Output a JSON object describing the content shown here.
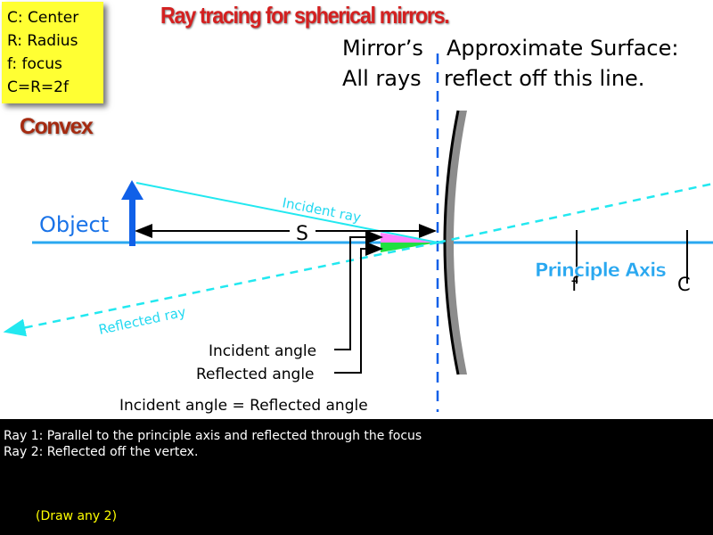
{
  "title": "Ray tracing for spherical mirrors.",
  "legend": [
    "C: Center",
    "R: Radius",
    "f: focus",
    "C=R=2f"
  ],
  "mirror_type": "Convex",
  "surface_note": {
    "left_col": [
      "Mirror’s",
      "All rays"
    ],
    "right_col": [
      "Approximate Surface:",
      "reflect off this line."
    ]
  },
  "labels": {
    "object": "Object",
    "s": "S",
    "incident_ray": "Incident ray",
    "reflected_ray": "Reflected ray",
    "principle_axis": "Principle Axis",
    "focus": "f",
    "center": "C",
    "incident_angle": "Incident angle",
    "reflected_angle": "Reflected angle",
    "law": "Incident angle = Reflected angle"
  },
  "bottom": {
    "ray1": "Ray 1: Parallel to the principle axis and reflected through the focus",
    "ray2": "Ray 2: Reflected off the vertex.",
    "draw_note": "(Draw any 2)"
  },
  "colors": {
    "title": "#d42020",
    "convex": "#a52a10",
    "legend_bg": "#ffff33",
    "axis": "#2aa8f0",
    "ray": "#22e8f0",
    "object_arrow": "#1060e8",
    "dashed_surface": "#1060e8",
    "mirror": "#8c8c8c",
    "incident_wedge": "#ff80ff",
    "reflected_wedge": "#20e040",
    "panel": "#000000",
    "draw_note": "#ffff00"
  }
}
